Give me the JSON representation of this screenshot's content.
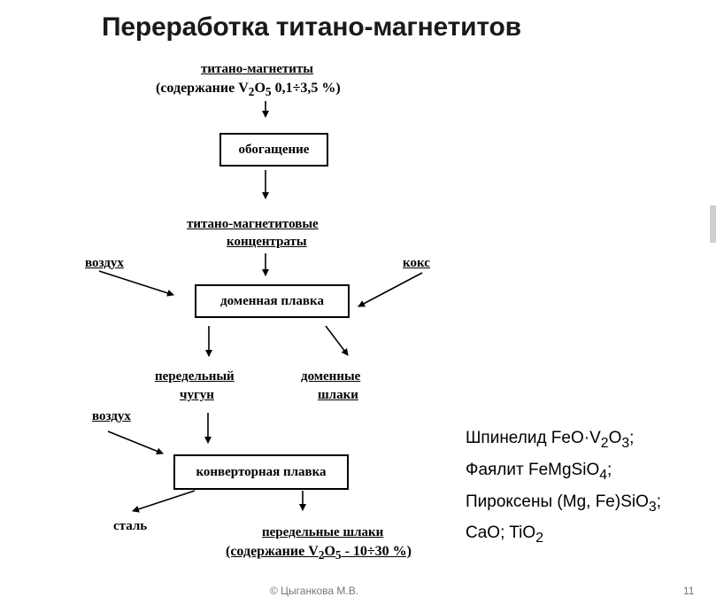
{
  "title": "Переработка титано-магнетитов",
  "flow": {
    "ore_name": "титано-магнетиты",
    "ore_content_prefix": "(содержание V",
    "ore_content_sub2": "2",
    "ore_content_mid": "O",
    "ore_content_sub5": "5",
    "ore_content_value": " 0,1÷3,5 %)",
    "enrichment_box": "обогащение",
    "concentrates_line1": "титано-магнетитовые",
    "concentrates_line2": "концентраты",
    "air_left_top": "воздух",
    "coke": "кокс",
    "blast_furnace_box": "доменная плавка",
    "pig_iron_line1": "передельный",
    "pig_iron_line2": "чугун",
    "blast_slag_line1": "доменные",
    "blast_slag_line2": "шлаки",
    "air_left_bottom": "воздух",
    "converter_box": "конверторная плавка",
    "steel": "сталь",
    "converter_slag": "передельные шлаки",
    "slag_content_prefix": "(содержание V",
    "slag_content_sub2": "2",
    "slag_content_mid": "O",
    "slag_content_sub5": "5",
    "slag_content_value": "  - 10÷30 %)"
  },
  "minerals": {
    "spinel_prefix": "Шпинелид FeO·V",
    "spinel_sub1": "2",
    "spinel_mid": "O",
    "spinel_sub2": "3",
    "spinel_suffix": ";",
    "fayalite_prefix": "Фаялит FeMgSiO",
    "fayalite_sub": "4",
    "fayalite_suffix": ";",
    "pyroxene_prefix": "Пироксены (Mg, Fe)SiO",
    "pyroxene_sub": "3",
    "pyroxene_suffix": ";",
    "cao_prefix": "CaO; TiO",
    "cao_sub": "2"
  },
  "footer": {
    "author": "© Цыганкова М.В.",
    "page": "11"
  }
}
